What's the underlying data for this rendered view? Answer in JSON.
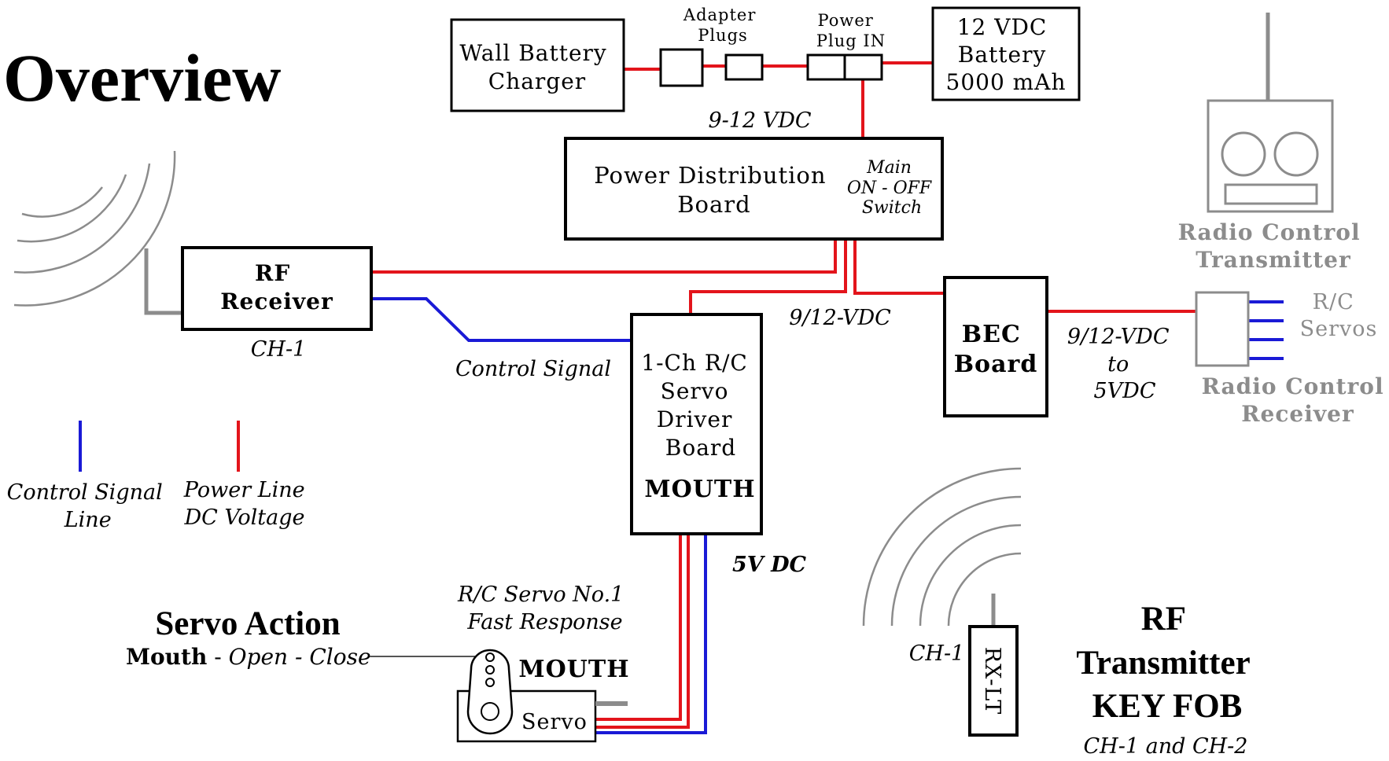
{
  "title": "Overview",
  "colors": {
    "power": "#e3141b",
    "signal": "#1a1ad6",
    "gray": "#8c8c8c",
    "black": "#000000"
  },
  "components": {
    "wall_charger": [
      "Wall Battery",
      "Charger"
    ],
    "adapter_plugs": [
      "Adapter",
      "Plugs"
    ],
    "power_plug": [
      "Power",
      "Plug IN"
    ],
    "battery": [
      "12 VDC",
      "Battery",
      "5000 mAh"
    ],
    "pdb": [
      "Power Distribution",
      "Board"
    ],
    "main_switch": [
      "Main",
      "ON - OFF",
      "Switch"
    ],
    "rf_receiver": [
      "RF",
      "Receiver"
    ],
    "rf_receiver_channel": "CH-1",
    "servo_driver": [
      "1-Ch R/C",
      "Servo",
      "Driver",
      "Board"
    ],
    "servo_driver_tag": "MOUTH",
    "bec": [
      "BEC",
      "Board"
    ],
    "rc_transmitter": [
      "Radio Control",
      "Transmitter"
    ],
    "rc_receiver": [
      "Radio Control",
      "Receiver"
    ],
    "rc_servos": [
      "R/C",
      "Servos"
    ],
    "servo_label": "Servo",
    "servo_tag": "MOUTH",
    "servo_caption": [
      "R/C Servo No.1",
      "Fast Response"
    ],
    "key_fob_module": "RX-LT",
    "key_fob_channel": "CH-1",
    "key_fob_title": [
      "RF",
      "Transmitter",
      "KEY FOB"
    ],
    "key_fob_channels": "CH-1 and CH-2"
  },
  "line_labels": {
    "charger_out": "9-12 VDC",
    "driver_supply": "9/12-VDC",
    "bec_conversion": [
      "9/12-VDC",
      "to",
      "5VDC"
    ],
    "servo_supply": "5V DC",
    "control_signal": "Control Signal"
  },
  "servo_action": {
    "title": "Servo Action",
    "part": "Mouth",
    "separator": " - ",
    "motion": "Open - Close"
  },
  "legend": {
    "signal": [
      "Control Signal",
      "Line"
    ],
    "power": [
      "Power Line",
      "DC Voltage"
    ]
  }
}
